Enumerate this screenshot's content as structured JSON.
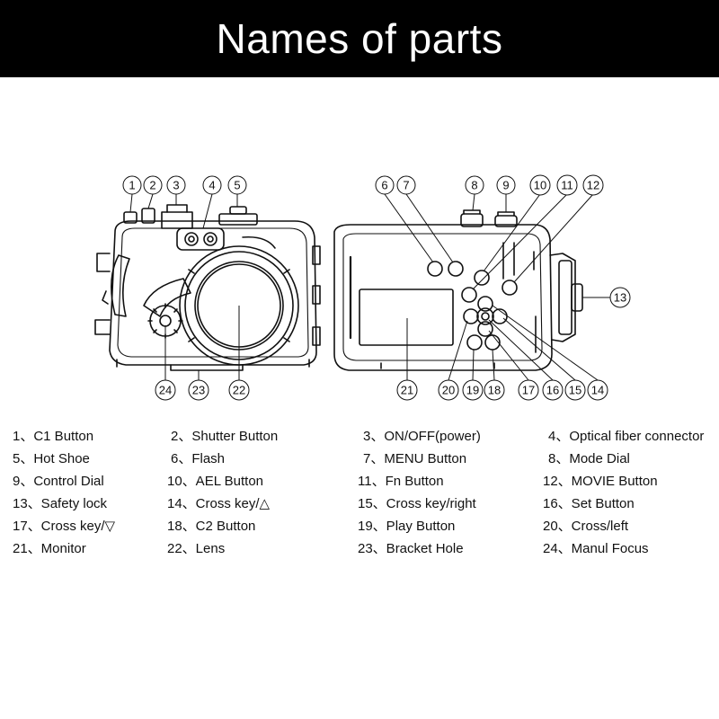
{
  "title": "Names of parts",
  "callouts": [
    "1",
    "2",
    "3",
    "4",
    "5",
    "6",
    "7",
    "8",
    "9",
    "10",
    "11",
    "12",
    "13",
    "14",
    "15",
    "16",
    "17",
    "18",
    "19",
    "20",
    "21",
    "22",
    "23",
    "24"
  ],
  "parts": [
    "1、C1 Button",
    "2、Shutter Button",
    "3、ON/OFF(power)",
    "4、Optical fiber connector",
    "5、Hot Shoe",
    "6、Flash",
    "7、MENU Button",
    "8、Mode Dial",
    "9、Control Dial",
    "10、AEL Button",
    "11、Fn Button",
    "12、MOVIE Button",
    "13、Safety lock",
    "14、Cross key/△",
    "15、Cross key/right",
    "16、Set Button",
    "17、Cross key/▽",
    "18、C2 Button",
    "19、Play Button",
    "20、Cross/left",
    "21、Monitor",
    "22、Lens",
    "23、Bracket Hole",
    "24、Manul Focus"
  ]
}
